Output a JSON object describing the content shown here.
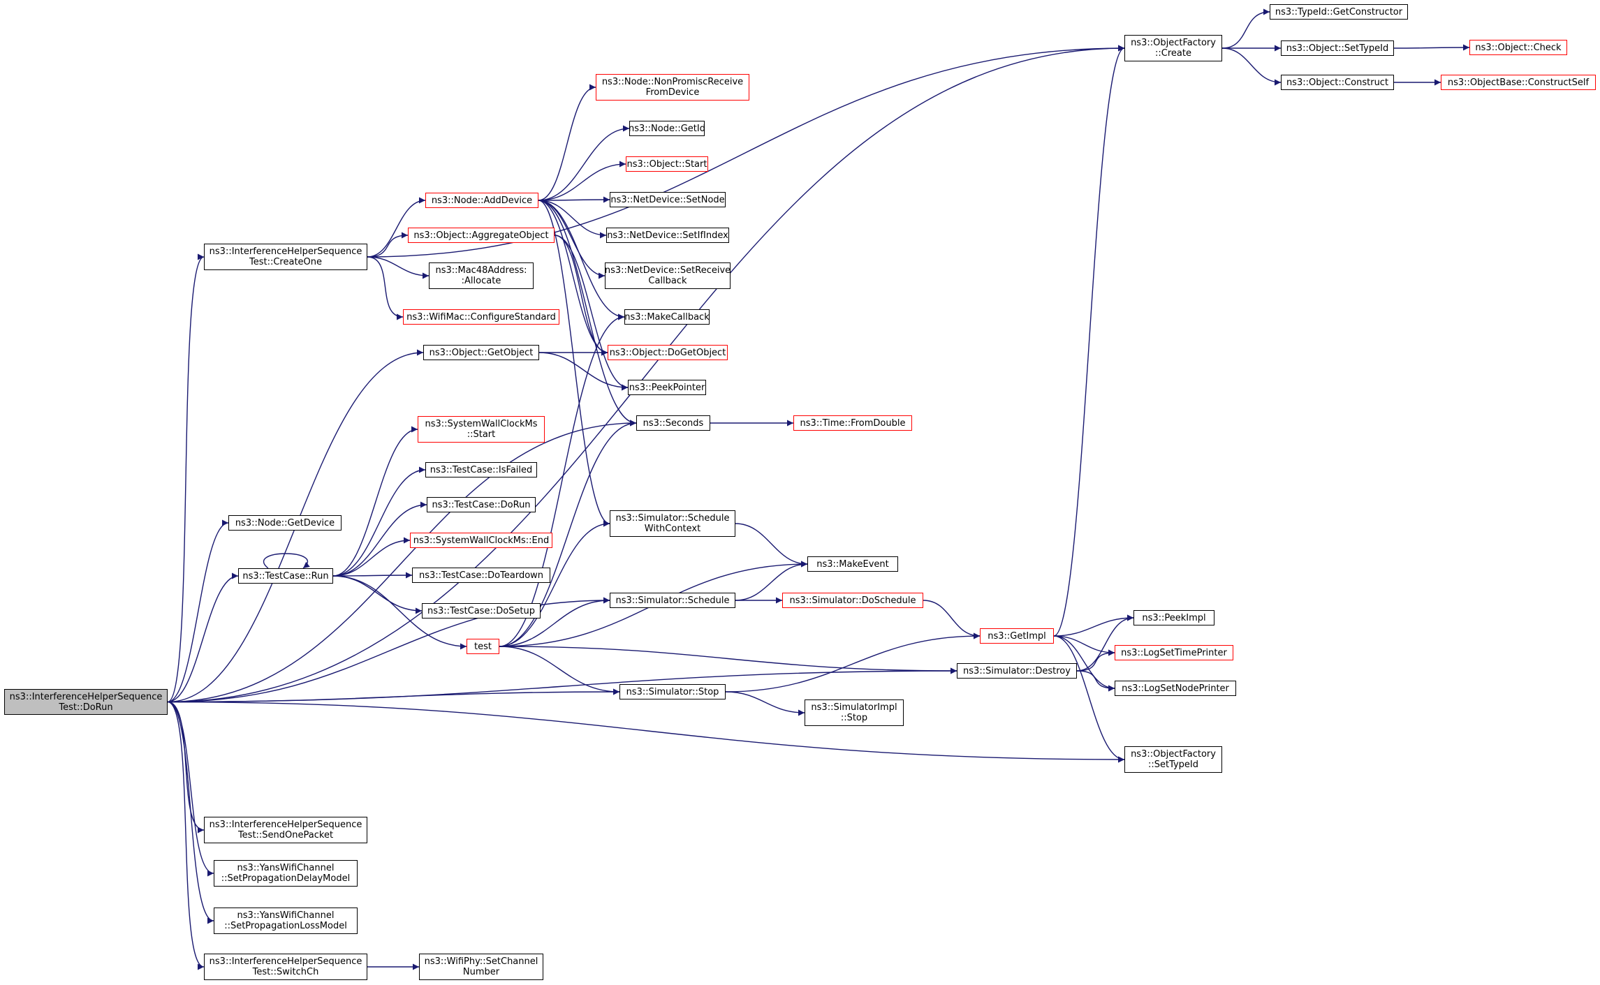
{
  "nodes": [
    {
      "id": "root",
      "lines": [
        "ns3::InterferenceHelperSequence",
        "Test::DoRun"
      ],
      "style": "root"
    },
    {
      "id": "createone",
      "lines": [
        "ns3::InterferenceHelperSequence",
        "Test::CreateOne"
      ],
      "style": "normal"
    },
    {
      "id": "getdevice",
      "lines": [
        "ns3::Node::GetDevice"
      ],
      "style": "normal"
    },
    {
      "id": "run",
      "lines": [
        "ns3::TestCase::Run"
      ],
      "style": "normal"
    },
    {
      "id": "sendonepacket",
      "lines": [
        "ns3::InterferenceHelperSequence",
        "Test::SendOnePacket"
      ],
      "style": "normal"
    },
    {
      "id": "setpropdelay",
      "lines": [
        "ns3::YansWifiChannel",
        "::SetPropagationDelayModel"
      ],
      "style": "normal"
    },
    {
      "id": "setproploss",
      "lines": [
        "ns3::YansWifiChannel",
        "::SetPropagationLossModel"
      ],
      "style": "normal"
    },
    {
      "id": "switchch",
      "lines": [
        "ns3::InterferenceHelperSequence",
        "Test::SwitchCh"
      ],
      "style": "normal"
    },
    {
      "id": "adddevice",
      "lines": [
        "ns3::Node::AddDevice"
      ],
      "style": "red"
    },
    {
      "id": "aggregateobject",
      "lines": [
        "ns3::Object::AggregateObject"
      ],
      "style": "red"
    },
    {
      "id": "mac48allocate",
      "lines": [
        "ns3::Mac48Address:",
        ":Allocate"
      ],
      "style": "normal"
    },
    {
      "id": "configurestandard",
      "lines": [
        "ns3::WifiMac::ConfigureStandard"
      ],
      "style": "red"
    },
    {
      "id": "getobject",
      "lines": [
        "ns3::Object::GetObject"
      ],
      "style": "normal"
    },
    {
      "id": "swcstart",
      "lines": [
        "ns3::SystemWallClockMs",
        "::Start"
      ],
      "style": "red"
    },
    {
      "id": "isfailed",
      "lines": [
        "ns3::TestCase::IsFailed"
      ],
      "style": "normal"
    },
    {
      "id": "dorun2",
      "lines": [
        "ns3::TestCase::DoRun"
      ],
      "style": "normal"
    },
    {
      "id": "swcend",
      "lines": [
        "ns3::SystemWallClockMs::End"
      ],
      "style": "red"
    },
    {
      "id": "doteardown",
      "lines": [
        "ns3::TestCase::DoTeardown"
      ],
      "style": "normal"
    },
    {
      "id": "dosetup",
      "lines": [
        "ns3::TestCase::DoSetup"
      ],
      "style": "normal"
    },
    {
      "id": "test",
      "lines": [
        "test"
      ],
      "style": "red"
    },
    {
      "id": "setchannel",
      "lines": [
        "ns3::WifiPhy::SetChannel",
        "Number"
      ],
      "style": "normal"
    },
    {
      "id": "nonpromisc",
      "lines": [
        "ns3::Node::NonPromiscReceive",
        "FromDevice"
      ],
      "style": "red"
    },
    {
      "id": "nodegetid",
      "lines": [
        "ns3::Node::GetId"
      ],
      "style": "normal"
    },
    {
      "id": "objstart",
      "lines": [
        "ns3::Object::Start"
      ],
      "style": "red"
    },
    {
      "id": "netsetnode",
      "lines": [
        "ns3::NetDevice::SetNode"
      ],
      "style": "normal"
    },
    {
      "id": "netsetifindex",
      "lines": [
        "ns3::NetDevice::SetIfIndex"
      ],
      "style": "normal"
    },
    {
      "id": "netsetreceive",
      "lines": [
        "ns3::NetDevice::SetReceive",
        "Callback"
      ],
      "style": "normal"
    },
    {
      "id": "makecallback",
      "lines": [
        "ns3::MakeCallback"
      ],
      "style": "normal"
    },
    {
      "id": "dogetobject",
      "lines": [
        "ns3::Object::DoGetObject"
      ],
      "style": "red"
    },
    {
      "id": "peekpointer",
      "lines": [
        "ns3::PeekPointer"
      ],
      "style": "normal"
    },
    {
      "id": "seconds",
      "lines": [
        "ns3::Seconds"
      ],
      "style": "normal"
    },
    {
      "id": "schedwithctx",
      "lines": [
        "ns3::Simulator::Schedule",
        "WithContext"
      ],
      "style": "normal"
    },
    {
      "id": "schedule",
      "lines": [
        "ns3::Simulator::Schedule"
      ],
      "style": "normal"
    },
    {
      "id": "stop",
      "lines": [
        "ns3::Simulator::Stop"
      ],
      "style": "normal"
    },
    {
      "id": "makeevent",
      "lines": [
        "ns3::MakeEvent"
      ],
      "style": "normal"
    },
    {
      "id": "doschedule",
      "lines": [
        "ns3::Simulator::DoSchedule"
      ],
      "style": "red"
    },
    {
      "id": "timefromdouble",
      "lines": [
        "ns3::Time::FromDouble"
      ],
      "style": "red"
    },
    {
      "id": "simimplstop",
      "lines": [
        "ns3::SimulatorImpl",
        "::Stop"
      ],
      "style": "normal"
    },
    {
      "id": "getimpl",
      "lines": [
        "ns3::GetImpl"
      ],
      "style": "red"
    },
    {
      "id": "destroy",
      "lines": [
        "ns3::Simulator::Destroy"
      ],
      "style": "normal"
    },
    {
      "id": "ofcreate",
      "lines": [
        "ns3::ObjectFactory",
        "::Create"
      ],
      "style": "normal"
    },
    {
      "id": "ofsettypeid",
      "lines": [
        "ns3::ObjectFactory",
        "::SetTypeId"
      ],
      "style": "normal"
    },
    {
      "id": "peekimpl",
      "lines": [
        "ns3::PeekImpl"
      ],
      "style": "normal"
    },
    {
      "id": "logsettimeprinter",
      "lines": [
        "ns3::LogSetTimePrinter"
      ],
      "style": "red"
    },
    {
      "id": "logsetnodeprinter",
      "lines": [
        "ns3::LogSetNodePrinter"
      ],
      "style": "normal"
    },
    {
      "id": "typeidgetctor",
      "lines": [
        "ns3::TypeId::GetConstructor"
      ],
      "style": "normal"
    },
    {
      "id": "objsettypeid",
      "lines": [
        "ns3::Object::SetTypeId"
      ],
      "style": "normal"
    },
    {
      "id": "objconstruct",
      "lines": [
        "ns3::Object::Construct"
      ],
      "style": "normal"
    },
    {
      "id": "objcheck",
      "lines": [
        "ns3::Object::Check"
      ],
      "style": "red"
    },
    {
      "id": "constructself",
      "lines": [
        "ns3::ObjectBase::ConstructSelf"
      ],
      "style": "red"
    }
  ],
  "edges": [
    [
      "root",
      "ofcreate"
    ],
    [
      "root",
      "createone"
    ],
    [
      "root",
      "getobject"
    ],
    [
      "root",
      "seconds"
    ],
    [
      "root",
      "getdevice"
    ],
    [
      "root",
      "run"
    ],
    [
      "root",
      "schedule"
    ],
    [
      "root",
      "stop"
    ],
    [
      "root",
      "destroy"
    ],
    [
      "root",
      "ofsettypeid"
    ],
    [
      "root",
      "sendonepacket"
    ],
    [
      "root",
      "setpropdelay"
    ],
    [
      "root",
      "setproploss"
    ],
    [
      "root",
      "switchch"
    ],
    [
      "createone",
      "ofcreate"
    ],
    [
      "createone",
      "adddevice"
    ],
    [
      "createone",
      "aggregateobject"
    ],
    [
      "createone",
      "mac48allocate"
    ],
    [
      "createone",
      "configurestandard"
    ],
    [
      "adddevice",
      "nonpromisc"
    ],
    [
      "adddevice",
      "nodegetid"
    ],
    [
      "adddevice",
      "objstart"
    ],
    [
      "adddevice",
      "netsetnode"
    ],
    [
      "adddevice",
      "netsetifindex"
    ],
    [
      "adddevice",
      "netsetreceive"
    ],
    [
      "adddevice",
      "makecallback"
    ],
    [
      "adddevice",
      "dogetobject"
    ],
    [
      "adddevice",
      "schedwithctx"
    ],
    [
      "adddevice",
      "seconds"
    ],
    [
      "aggregateobject",
      "dogetobject"
    ],
    [
      "aggregateobject",
      "peekpointer"
    ],
    [
      "getobject",
      "dogetobject"
    ],
    [
      "getobject",
      "peekpointer"
    ],
    [
      "run",
      "run"
    ],
    [
      "run",
      "swcstart"
    ],
    [
      "run",
      "isfailed"
    ],
    [
      "run",
      "dorun2"
    ],
    [
      "run",
      "swcend"
    ],
    [
      "run",
      "doteardown"
    ],
    [
      "run",
      "dosetup"
    ],
    [
      "run",
      "test"
    ],
    [
      "test",
      "makecallback"
    ],
    [
      "test",
      "seconds"
    ],
    [
      "test",
      "schedwithctx"
    ],
    [
      "test",
      "makeevent"
    ],
    [
      "test",
      "schedule"
    ],
    [
      "test",
      "stop"
    ],
    [
      "test",
      "destroy"
    ],
    [
      "switchch",
      "setchannel"
    ],
    [
      "seconds",
      "timefromdouble"
    ],
    [
      "schedwithctx",
      "makeevent"
    ],
    [
      "schedule",
      "makeevent"
    ],
    [
      "schedule",
      "doschedule"
    ],
    [
      "doschedule",
      "getimpl"
    ],
    [
      "stop",
      "getimpl"
    ],
    [
      "stop",
      "simimplstop"
    ],
    [
      "getimpl",
      "ofcreate"
    ],
    [
      "getimpl",
      "peekimpl"
    ],
    [
      "getimpl",
      "logsettimeprinter"
    ],
    [
      "getimpl",
      "logsetnodeprinter"
    ],
    [
      "getimpl",
      "ofsettypeid"
    ],
    [
      "destroy",
      "peekimpl"
    ],
    [
      "destroy",
      "logsettimeprinter"
    ],
    [
      "destroy",
      "logsetnodeprinter"
    ],
    [
      "ofcreate",
      "typeidgetctor"
    ],
    [
      "ofcreate",
      "objsettypeid"
    ],
    [
      "ofcreate",
      "objconstruct"
    ],
    [
      "objsettypeid",
      "objcheck"
    ],
    [
      "objconstruct",
      "constructself"
    ]
  ],
  "colors": {
    "edge": "#191970",
    "border_red": "#ff0000",
    "root_fill": "#bfbfbf"
  }
}
